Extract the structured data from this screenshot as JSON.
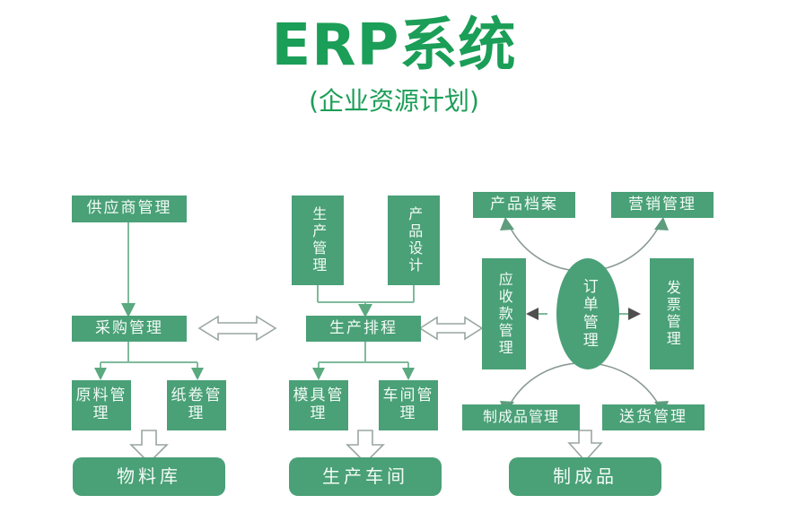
{
  "header": {
    "title": "ERP系统",
    "subtitle": "(企业资源计划)"
  },
  "colors": {
    "box_fill": "#4aa077",
    "box_text": "#f2fbf6",
    "title_green": "#1b9e57",
    "connector_green": "#7fbb9c",
    "arc_gray": "#8a9a92",
    "hollow_arrow_outline": "#9aa6a0"
  },
  "nodes": {
    "supplier_management": "供应商管理",
    "purchasing_management": "采购管理",
    "raw_material_management": "原料管理",
    "paper_roll_management": "纸卷管理",
    "material_warehouse": "物料库",
    "production_management": "生产管理",
    "product_design": "产品设计",
    "production_scheduling": "生产排程",
    "mold_management": "模具管理",
    "workshop_management": "车间管理",
    "production_workshop": "生产车间",
    "product_archive": "产品档案",
    "marketing_management": "营销管理",
    "receivables_management": "应收款管理",
    "order_management": "订单管理",
    "invoice_management": "发票管理",
    "finished_goods_management": "制成品管理",
    "delivery_management": "送货管理",
    "finished_goods": "制成品"
  },
  "connections": [
    {
      "from": "supplier_management",
      "to": "purchasing_management",
      "style": "arrow-down"
    },
    {
      "from": "purchasing_management",
      "to": "raw_material_management",
      "style": "arrow-down-branch"
    },
    {
      "from": "purchasing_management",
      "to": "paper_roll_management",
      "style": "arrow-down-branch"
    },
    {
      "from": "raw_material_management",
      "to": "material_warehouse",
      "style": "block-arrow-down"
    },
    {
      "from": "production_management",
      "to": "production_scheduling",
      "style": "arrow-down-branch"
    },
    {
      "from": "product_design",
      "to": "production_scheduling",
      "style": "arrow-down-branch"
    },
    {
      "from": "production_scheduling",
      "to": "mold_management",
      "style": "arrow-down-branch"
    },
    {
      "from": "production_scheduling",
      "to": "workshop_management",
      "style": "arrow-down-branch"
    },
    {
      "from": "mold_management",
      "to": "production_workshop",
      "style": "block-arrow-down"
    },
    {
      "from": "purchasing_management",
      "to": "production_scheduling",
      "style": "hollow-double-arrow"
    },
    {
      "from": "production_scheduling",
      "to": "receivables_management",
      "style": "hollow-double-arrow"
    },
    {
      "from": "order_management",
      "to": "receivables_management",
      "style": "arrow-left"
    },
    {
      "from": "order_management",
      "to": "invoice_management",
      "style": "arrow-right"
    },
    {
      "from": "order_management",
      "to": "product_archive",
      "style": "arc-up-left"
    },
    {
      "from": "order_management",
      "to": "marketing_management",
      "style": "arc-up-right"
    },
    {
      "from": "order_management",
      "to": "finished_goods_management",
      "style": "arc-down-left"
    },
    {
      "from": "order_management",
      "to": "delivery_management",
      "style": "arc-down-right"
    },
    {
      "from": "finished_goods_management",
      "to": "finished_goods",
      "style": "block-arrow-down"
    }
  ]
}
